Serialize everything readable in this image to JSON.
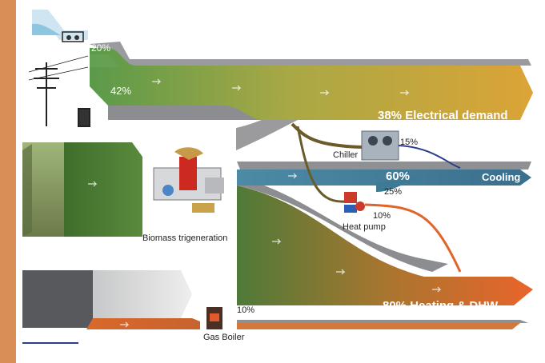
{
  "flows": {
    "hydro_share": "20%",
    "grid_share": "42%",
    "electrical_share": "38%",
    "electrical_label": "Electrical demand",
    "cooling_share": "60%",
    "cooling_label": "Cooling",
    "heating_share": "80%",
    "heating_label": "Heating & DHW",
    "chiller_share": "15%",
    "heat_pump_cool_share": "25%",
    "heat_pump_heat_share": "10%",
    "gas_boiler_share": "10%"
  },
  "components": {
    "chiller": "Chiller",
    "heat_pump": "Heat pump",
    "biomass": "Biomass trigeneration",
    "gas_boiler": "Gas Boiler"
  },
  "colors": {
    "frame_accent": "#d98e55",
    "electric_green": "#5e9a48",
    "electric_gold": "#d8a838",
    "cooling_blue": "#3d7a96",
    "heating_orange": "#e0652a",
    "biomass_green": "#4a7a32",
    "ribbon_gray": "#8e9094"
  }
}
